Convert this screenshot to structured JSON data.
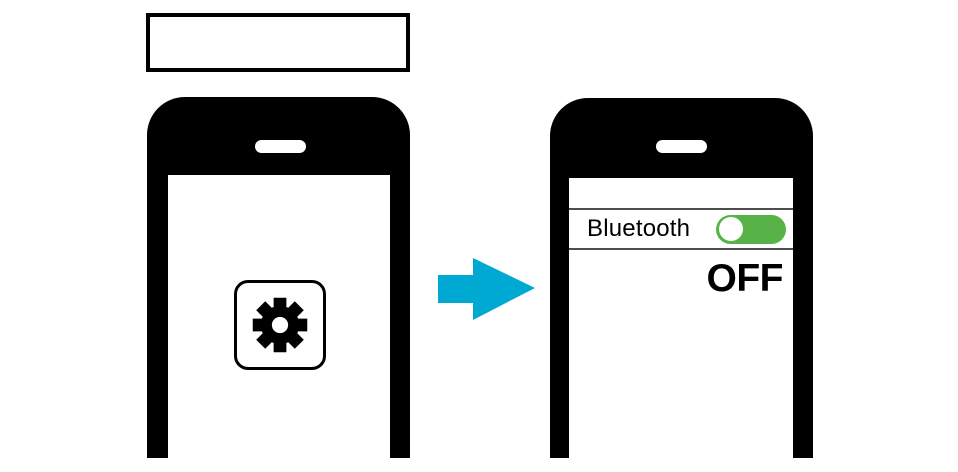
{
  "colors": {
    "phone_body": "#000000",
    "screen": "#ffffff",
    "arrow": "#00a9d2",
    "toggle_on_track": "#57b347",
    "toggle_knob": "#ffffff",
    "row_separator": "#4d4d4d",
    "text": "#000000"
  },
  "icons": {
    "gear": "gear-icon (⚙)",
    "arrow_right": "arrow-right-icon (➡)",
    "speaker": "speaker-slot"
  },
  "caption_box": {
    "text": ""
  },
  "left_phone": {
    "app_icon": "settings-gear"
  },
  "right_phone": {
    "bluetooth_row": {
      "label": "Bluetooth",
      "toggle_knob_position": "left"
    },
    "status_text": "OFF"
  }
}
